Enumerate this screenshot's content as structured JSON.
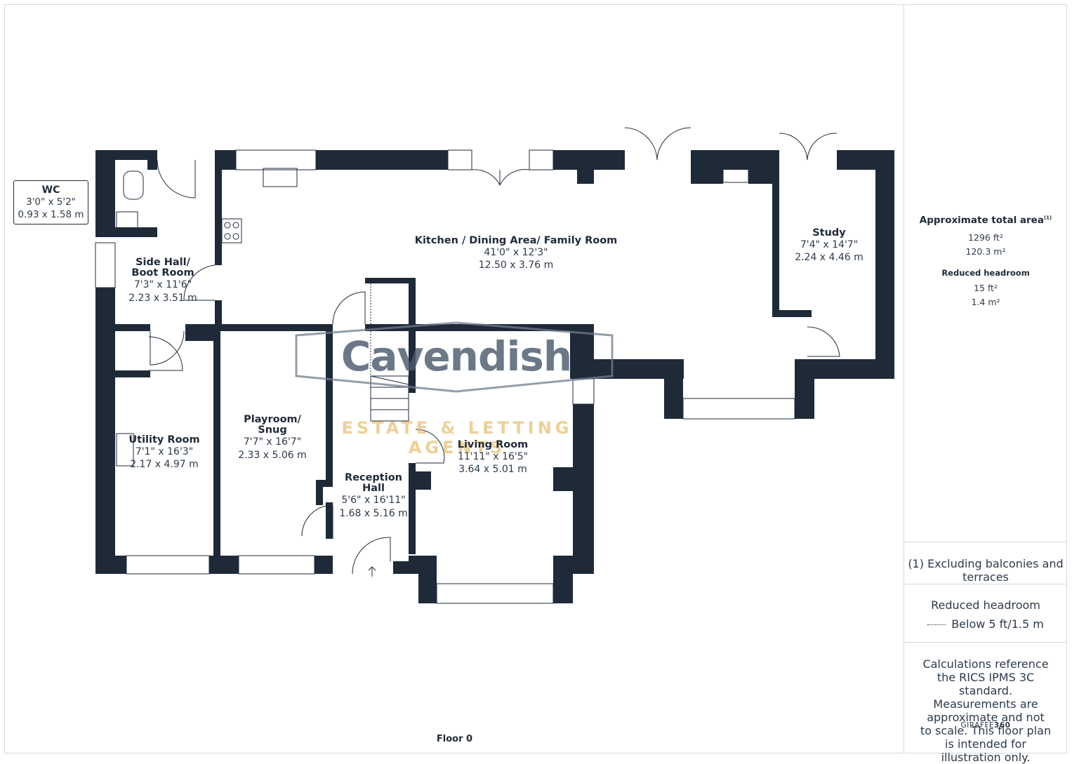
{
  "rooms": {
    "kitchen": {
      "name": "Kitchen / Dining Area/ Family Room",
      "imperial": "41'0\" x 12'3\"",
      "metric": "12.50 x 3.76 m"
    },
    "study": {
      "name": "Study",
      "imperial": "7'4\" x 14'7\"",
      "metric": "2.24 x 4.46 m"
    },
    "side_hall": {
      "name_line1": "Side Hall/",
      "name_line2": "Boot Room",
      "imperial": "7'3\" x 11'6\"",
      "metric": "2.23 x 3.51 m"
    },
    "wc": {
      "name": "WC",
      "imperial": "3'0\" x 5'2\"",
      "metric": "0.93 x 1.58 m"
    },
    "utility": {
      "name": "Utility Room",
      "imperial": "7'1\" x 16'3\"",
      "metric": "2.17 x 4.97 m"
    },
    "playroom": {
      "name_line1": "Playroom/",
      "name_line2": "Snug",
      "imperial": "7'7\" x 16'7\"",
      "metric": "2.33 x 5.06 m"
    },
    "reception": {
      "name_line1": "Reception",
      "name_line2": "Hall",
      "imperial": "5'6\" x 16'11\"",
      "metric": "1.68 x 5.16 m"
    },
    "living": {
      "name": "Living Room",
      "imperial": "11'11\" x 16'5\"",
      "metric": "3.64 x 5.01 m"
    }
  },
  "floor_label": "Floor 0",
  "watermark": {
    "name": "Cavendish",
    "tagline": "ESTATE & LETTING AGENTS"
  },
  "sidebar": {
    "total_area_title": "Approximate total area",
    "total_area_note_marker": "(1)",
    "total_area_ft": "1296 ft²",
    "total_area_m": "120.3 m²",
    "reduced_headroom_title": "Reduced headroom",
    "reduced_headroom_ft": "15 ft²",
    "reduced_headroom_m": "1.4 m²",
    "footnote": "(1) Excluding balconies and terraces",
    "legend_title": "Reduced headroom",
    "legend_item": "Below 5 ft/1.5 m",
    "disclaimer": "Calculations reference the RICS IPMS 3C standard. Measurements are approximate and not to scale. This floor plan is intended for illustration only.",
    "brand_prefix": "GIRAFFE",
    "brand_suffix": "360"
  },
  "colors": {
    "wall": "#1f2a38",
    "watermark_text": "#4b5a6c",
    "watermark_tagline": "#e8be6e"
  }
}
